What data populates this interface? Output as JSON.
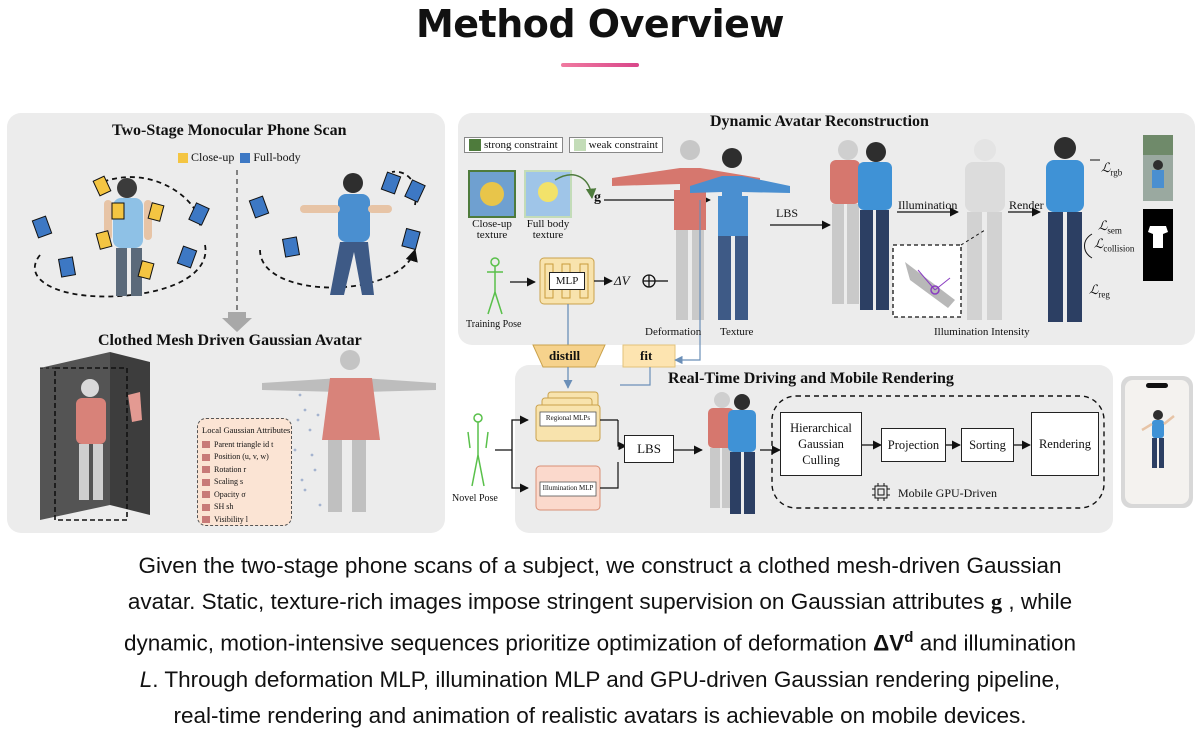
{
  "heading": "Method Overview",
  "colors": {
    "accent": "#e0508f",
    "panel_bg": "#ececec",
    "strong": "#4e7b3c",
    "weak": "#c3dcb8",
    "yellow": "#f4c542",
    "blue": "#3a78c2",
    "distill": "#f6d28c",
    "fit": "#fde4b0"
  },
  "left_panel": {
    "title": "Two-Stage Monocular Phone Scan",
    "legend": {
      "closeup": "Close-up",
      "fullbody": "Full-body"
    },
    "bottom_title": "Clothed Mesh Driven Gaussian Avatar",
    "attributes": {
      "title": "Local Gaussian Attributes",
      "items": [
        "Parent triangle id t",
        "Position (u, v, w)",
        "Rotation r",
        "Scaling s",
        "Opacity σ",
        "SH sh",
        "Visibility l"
      ]
    }
  },
  "right_top": {
    "title": "Dynamic Avatar Reconstruction",
    "legend": {
      "strong": "strong constraint",
      "weak": "weak constraint"
    },
    "closeup_texture": "Close-up texture",
    "fullbody_texture": "Full body texture",
    "g": "g",
    "mlp": "MLP",
    "delta_v": "ΔV",
    "training_pose": "Training Pose",
    "deformation": "Deformation",
    "texture": "Texture",
    "lbs": "LBS",
    "illumination": "Illumination",
    "render": "Render",
    "illumination_intensity": "Illumination Intensity",
    "loss_rgb": "ℒ",
    "loss_rgb_sub": "rgb",
    "loss_sem": "ℒ",
    "loss_sem_sub": "sem",
    "loss_collision": "ℒ",
    "loss_collision_sub": "collision",
    "loss_reg": "ℒ",
    "loss_reg_sub": "reg"
  },
  "bridge": {
    "distill": "distill",
    "fit": "fit"
  },
  "right_bottom": {
    "title": "Real-Time Driving and Mobile Rendering",
    "regional_mlps": "Regional MLPs",
    "illumination_mlp": "Illumination MLP",
    "lbs": "LBS",
    "novel_pose": "Novel Pose",
    "pipeline": [
      "Hierarchical Gaussian Culling",
      "Projection",
      "Sorting",
      "Rendering"
    ],
    "gpu": "Mobile GPU-Driven"
  },
  "caption": {
    "l1": "Given the two-stage phone scans of a subject, we construct a clothed mesh-driven Gaussian",
    "l2a": "avatar. Static, texture-rich images impose stringent supervision on Gaussian attributes ",
    "l2b": "g",
    "l2c": " , while",
    "l3a": "dynamic, motion-intensive sequences prioritize optimization of deformation ",
    "l3b": "ΔV",
    "l3c": "d",
    "l3d": " and illumination",
    "l4a": "L",
    "l4b": ". Through deformation MLP, illumination MLP and GPU-driven Gaussian rendering pipeline,",
    "l5": "real-time rendering and animation of realistic avatars is achievable on mobile devices."
  }
}
